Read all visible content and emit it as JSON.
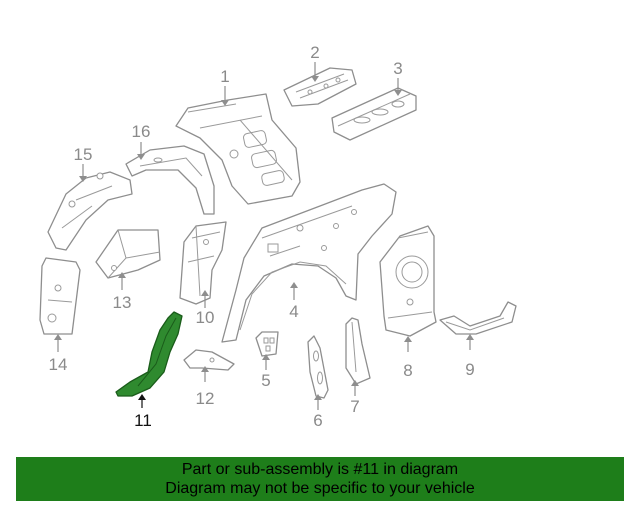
{
  "callouts": {
    "c1": "1",
    "c2": "2",
    "c3": "3",
    "c4": "4",
    "c5": "5",
    "c6": "6",
    "c7": "7",
    "c8": "8",
    "c9": "9",
    "c10": "10",
    "c11": "11",
    "c12": "12",
    "c13": "13",
    "c14": "14",
    "c15": "15",
    "c16": "16"
  },
  "highlighted_part": "11",
  "banner": {
    "line1": "Part or sub-assembly is #11 in diagram",
    "line2": "Diagram may not be specific to your vehicle"
  },
  "colors": {
    "highlight": "#2f8a2f",
    "banner": "#1e7e1a"
  }
}
